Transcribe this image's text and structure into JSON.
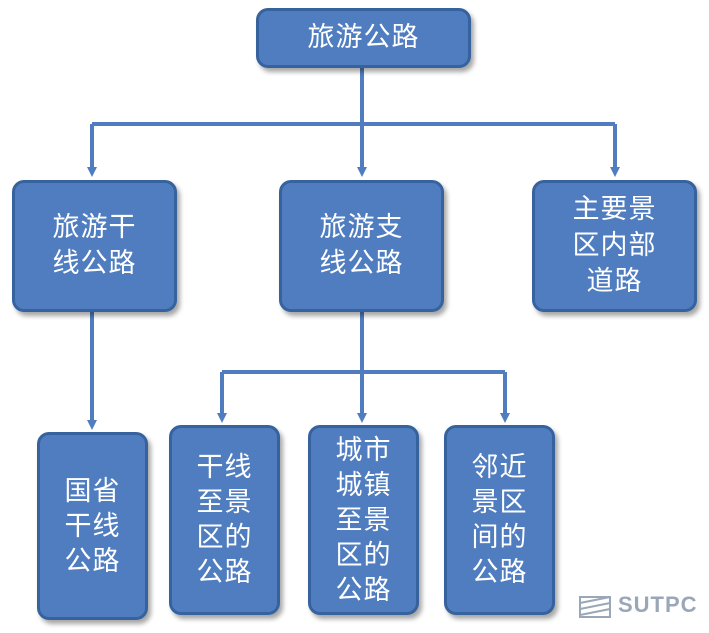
{
  "nodes": {
    "root": "旅游公路",
    "trunk": [
      "旅游干",
      "线公路"
    ],
    "branch": [
      "旅游支",
      "线公路"
    ],
    "scenic_internal": [
      "主要景",
      "区内部",
      "道路"
    ],
    "national_provincial": [
      "国省",
      "干线",
      "公路"
    ],
    "trunk_to_scenic": [
      "干线",
      "至景",
      "区的",
      "公路"
    ],
    "town_to_scenic": [
      "城市",
      "城镇",
      "至景",
      "区的",
      "公路"
    ],
    "adjacent_scenic": [
      "邻近",
      "景区",
      "间的",
      "公路"
    ]
  },
  "watermark": {
    "text": "SUTPC"
  },
  "colors": {
    "box_fill": "#4f7dc0",
    "box_border": "#36629e",
    "connector": "#4f7dc0",
    "text": "#ffffff"
  }
}
